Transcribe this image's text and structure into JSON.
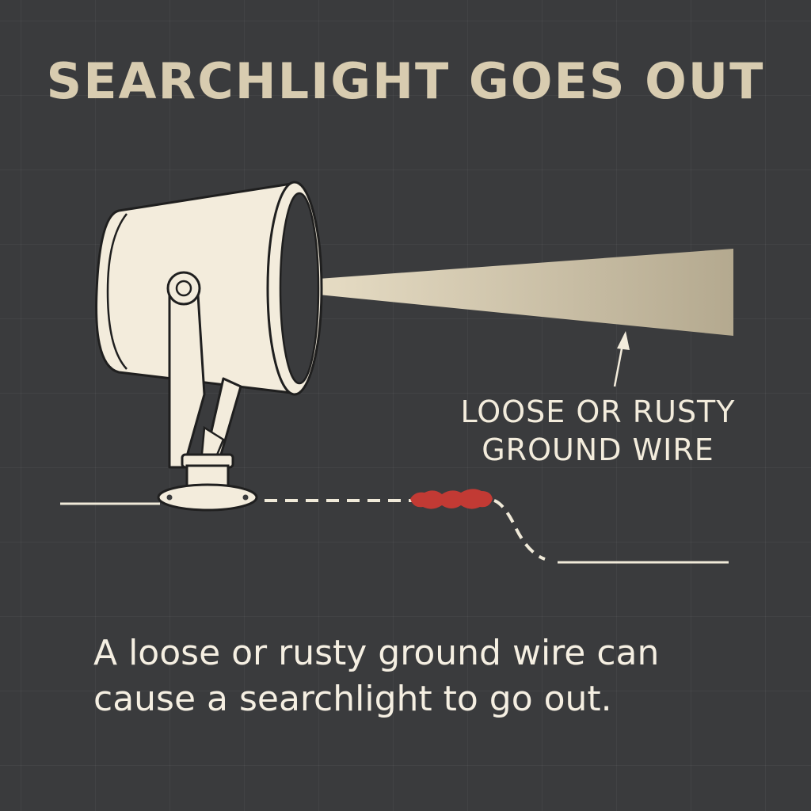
{
  "title": "SEARCHLIGHT GOES OUT",
  "callout": {
    "line1": "LOOSE OR RUSTY",
    "line2": "GROUND WIRE"
  },
  "caption": {
    "line1": "A loose or rusty ground wire can",
    "line2": "cause a searchlight to go out."
  },
  "colors": {
    "background": "#3a3b3d",
    "title": "#d8ccb0",
    "lamp_body": "#f3ecdc",
    "beam": "#bdb29a",
    "rust": "#c23a34",
    "wire": "#f0ead9"
  }
}
